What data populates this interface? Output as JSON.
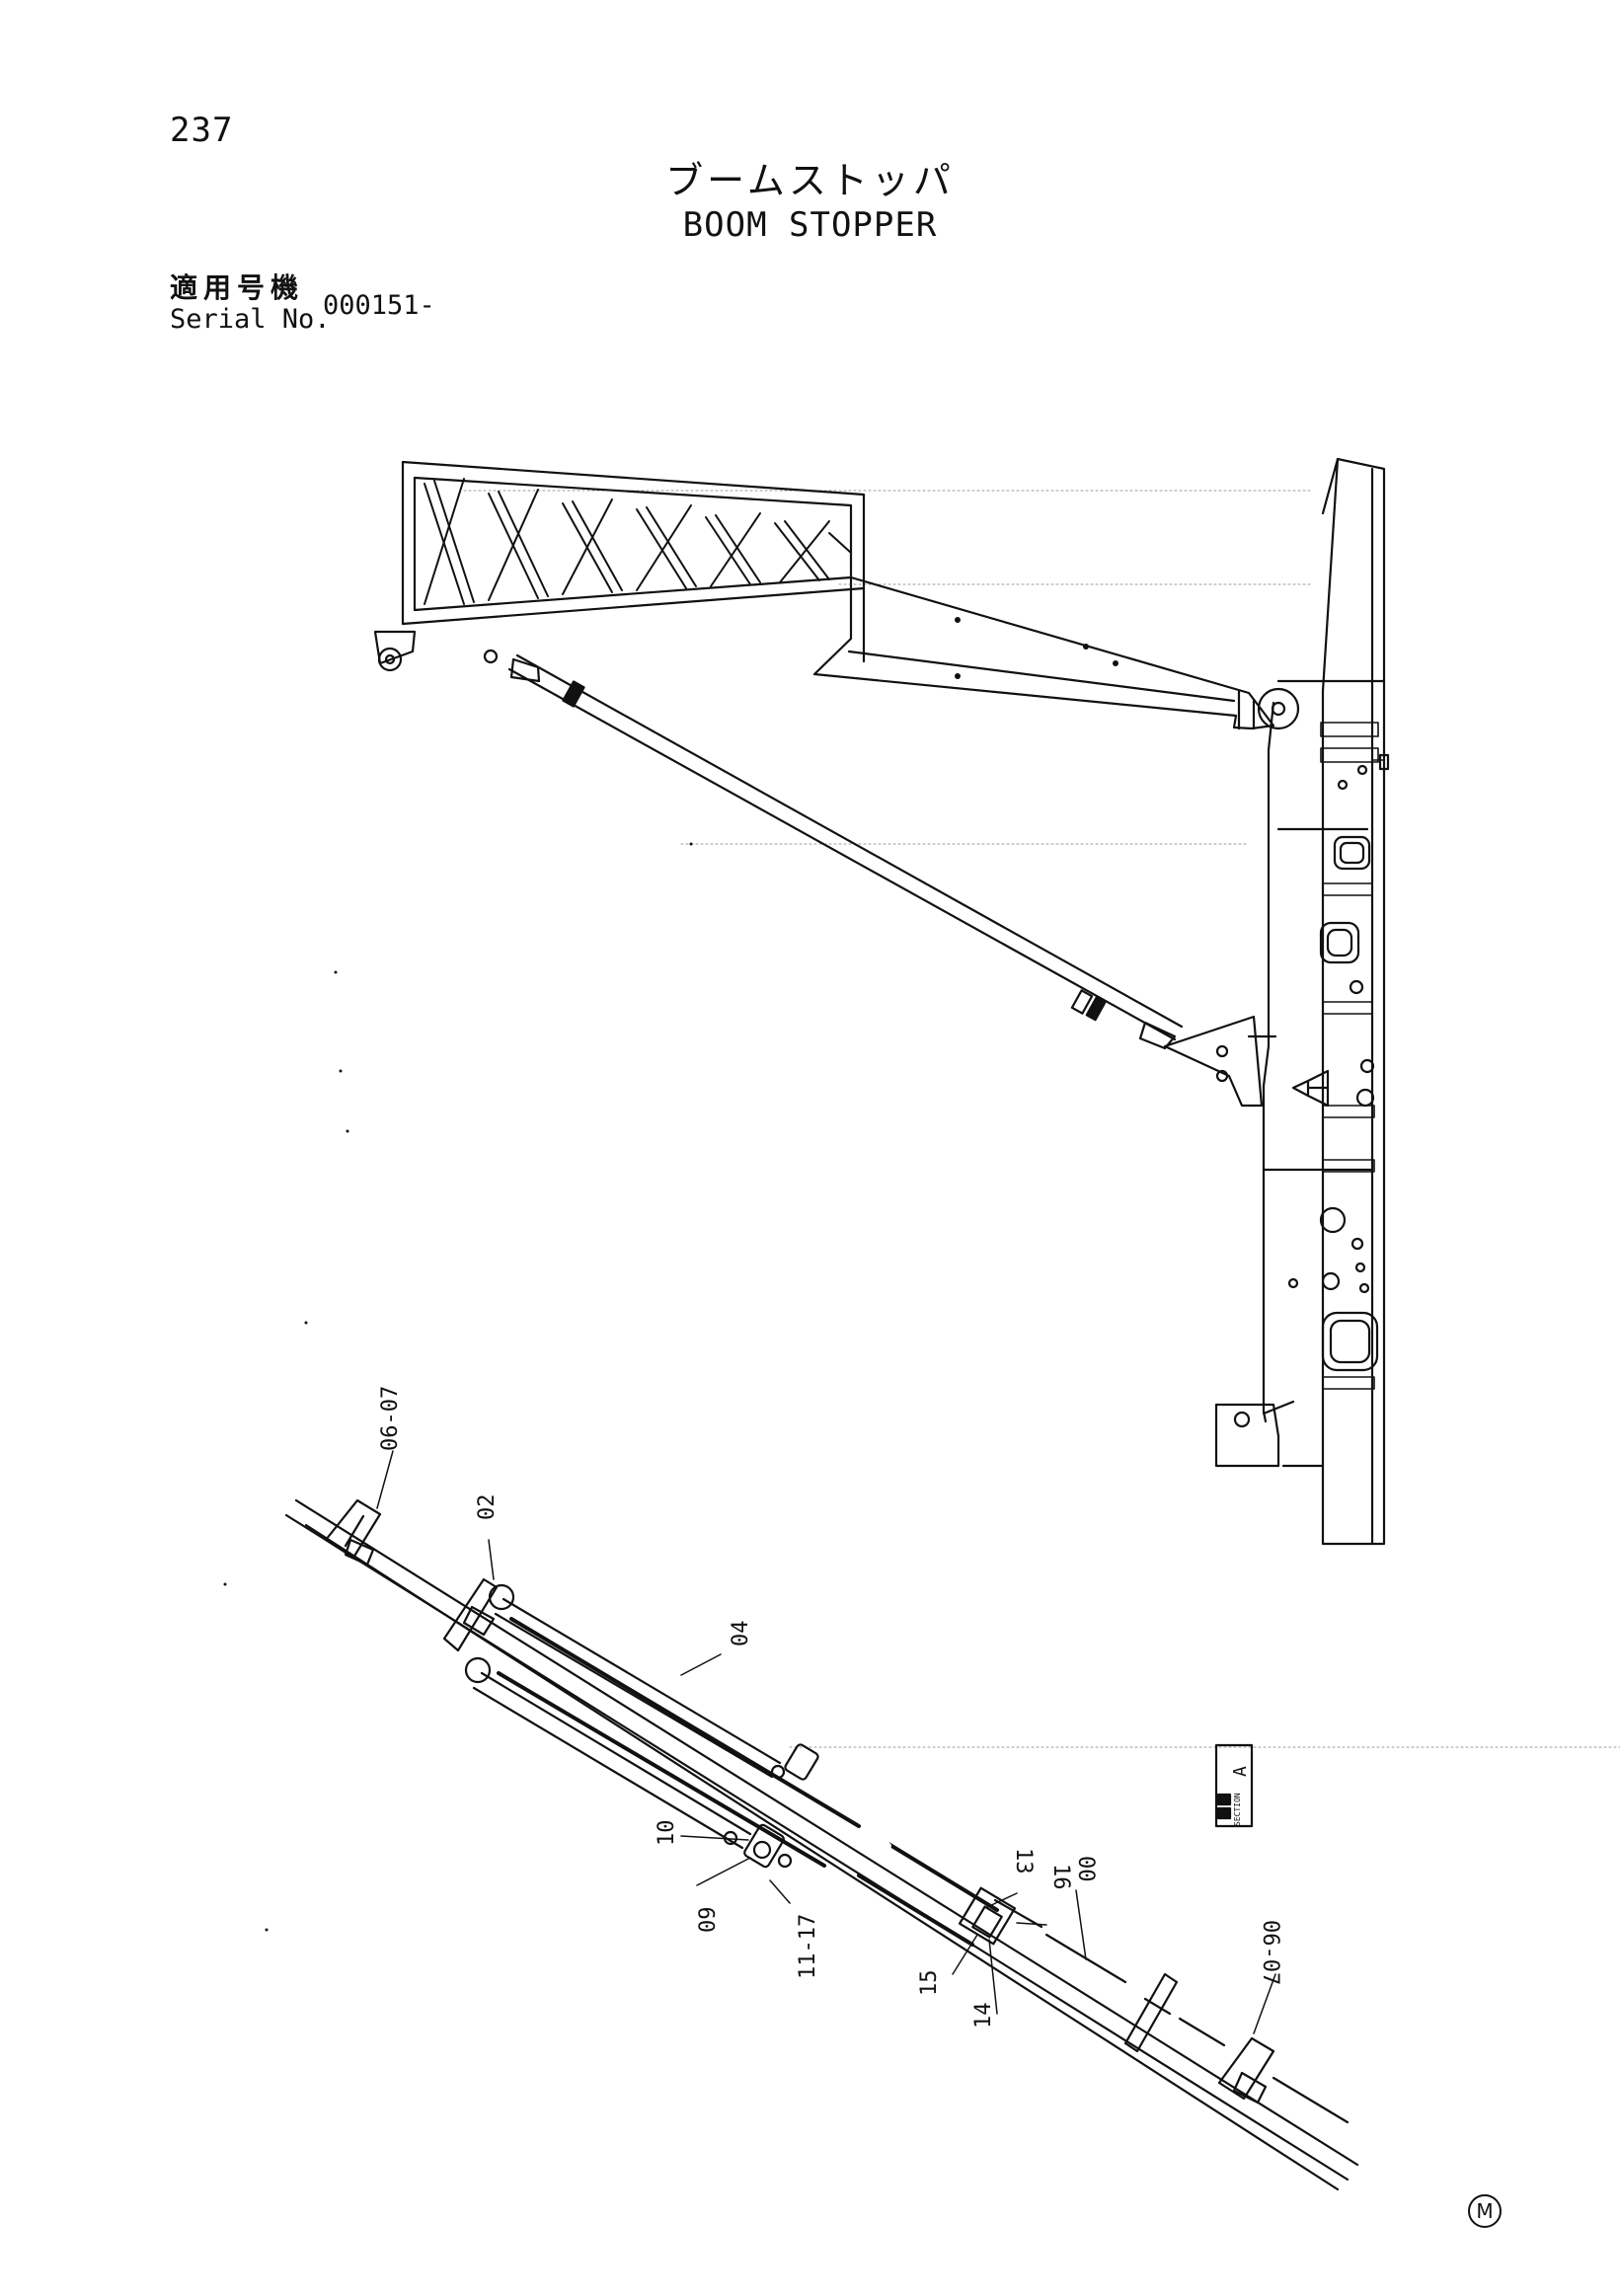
{
  "header": {
    "page_number": "237",
    "title_jp": "ブームストッパ",
    "title_en": "BOOM STOPPER",
    "serial_label_jp": "適用号機",
    "serial_label_en": "Serial No.",
    "serial_value": "000151-"
  },
  "diagram": {
    "section_marker": {
      "letter": "A",
      "word": "SECTION"
    },
    "callouts": [
      {
        "id": "c-06-07-top",
        "label": "06-07"
      },
      {
        "id": "c-02",
        "label": "02"
      },
      {
        "id": "c-04",
        "label": "04"
      },
      {
        "id": "c-10",
        "label": "10"
      },
      {
        "id": "c-09",
        "label": "09"
      },
      {
        "id": "c-11-17",
        "label": "11-17"
      },
      {
        "id": "c-13",
        "label": "13"
      },
      {
        "id": "c-16",
        "label": "16"
      },
      {
        "id": "c-00",
        "label": "00"
      },
      {
        "id": "c-15",
        "label": "15"
      },
      {
        "id": "c-14",
        "label": "14"
      },
      {
        "id": "c-06-07-bottom",
        "label": "06-07"
      }
    ]
  },
  "footer": {
    "mark": "M"
  },
  "colors": {
    "ink": "#111111",
    "paper": "#ffffff",
    "dotted_guide": "#9a9a9a"
  }
}
